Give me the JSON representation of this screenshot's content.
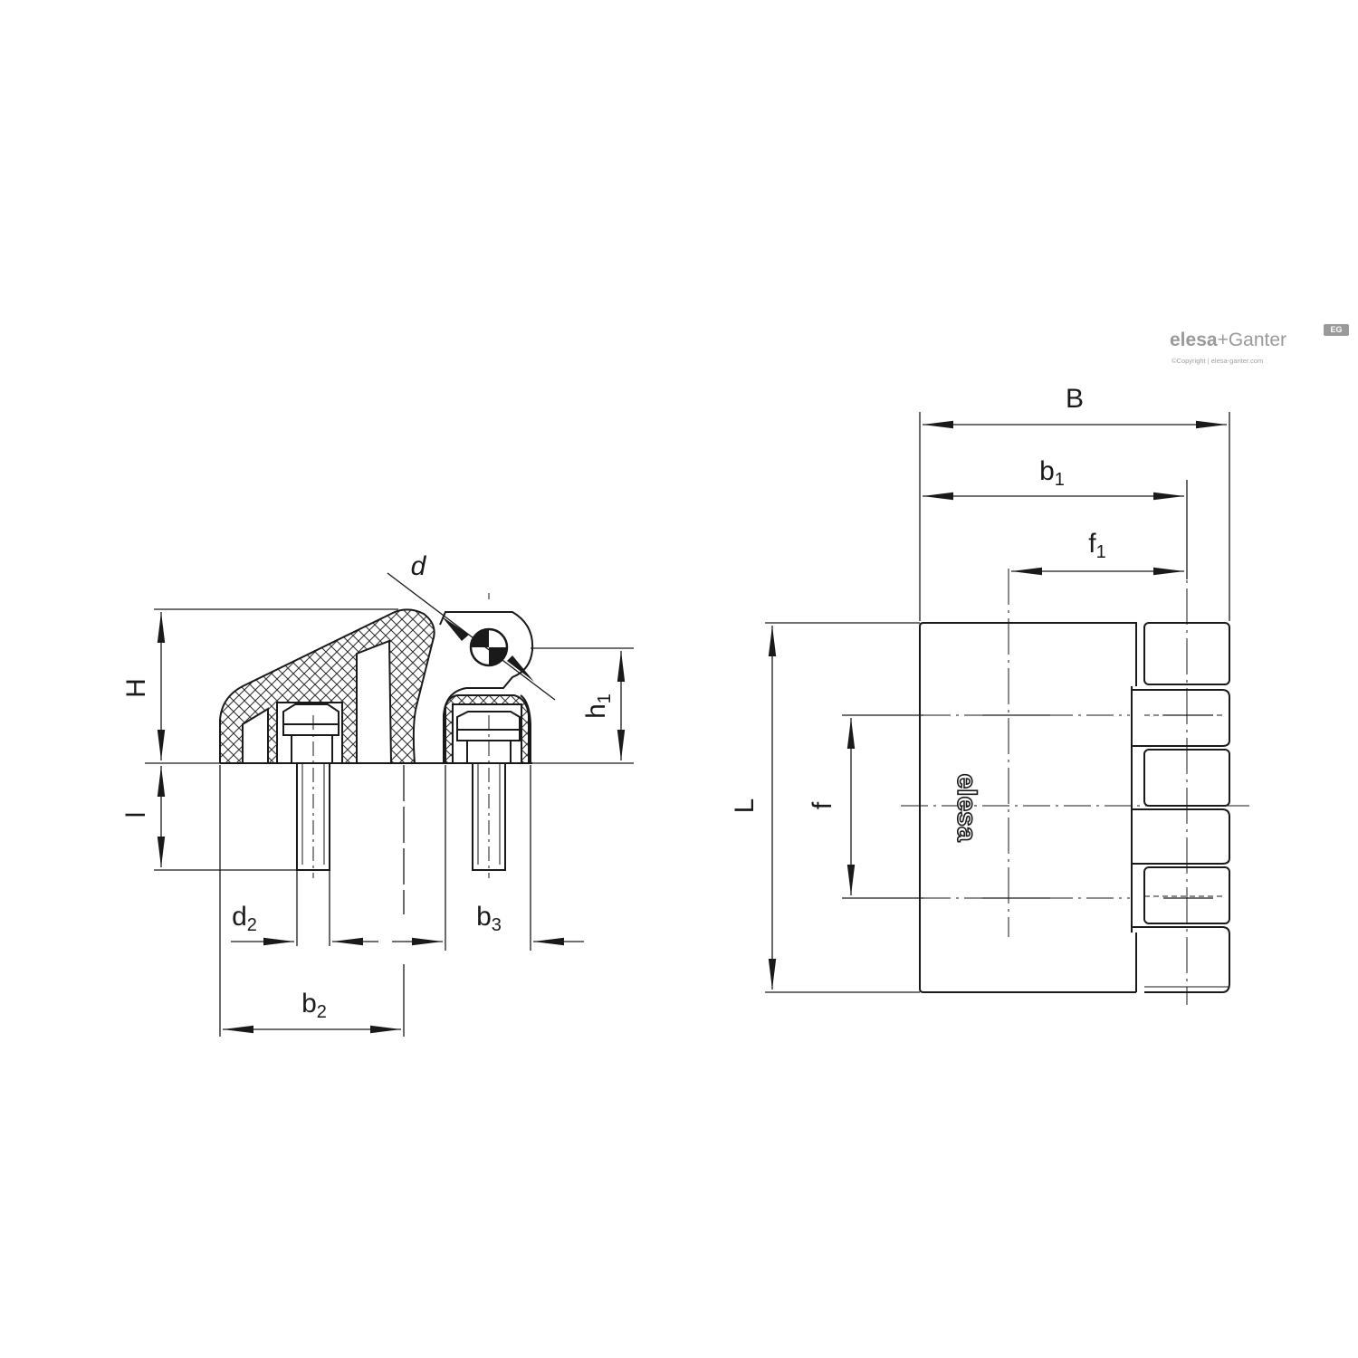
{
  "brand": {
    "name_primary": "elesa",
    "separator": "+",
    "name_secondary": "Ganter",
    "badge": "EG",
    "copyright": "©Copyright | elesa-ganter.com"
  },
  "part_mark": "elesa",
  "dimensions": {
    "H": "H",
    "l": "l",
    "d": "d",
    "h1_base": "h",
    "h1_sub": "1",
    "d2_base": "d",
    "d2_sub": "2",
    "b3_base": "b",
    "b3_sub": "3",
    "b2_base": "b",
    "b2_sub": "2",
    "B": "B",
    "b1_base": "b",
    "b1_sub": "1",
    "f1_base": "f",
    "f1_sub": "1",
    "L": "L",
    "f": "f"
  },
  "colors": {
    "line": "#1a1a1a",
    "hatch": "#333333",
    "brand_gray": "#9a9a9a"
  }
}
